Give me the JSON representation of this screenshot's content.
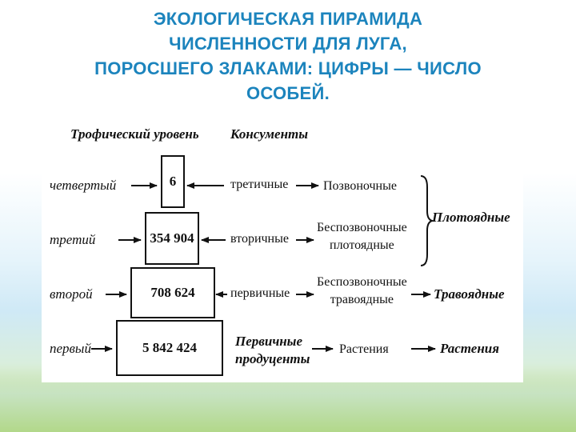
{
  "title": {
    "line1": "ЭКОЛОГИЧЕСКАЯ ПИРАМИДА",
    "line2": "ЧИСЛЕННОСТИ ДЛЯ ЛУГА,",
    "line3": "ПОРОСШЕГО ЗЛАКАМИ: ЦИФРЫ — ЧИСЛО",
    "line4": "ОСОБЕЙ."
  },
  "headers": {
    "trophic_level": "Трофический уровень",
    "consumers": "Консументы"
  },
  "levels": [
    {
      "name": "четвертый",
      "count": "6",
      "consumer": "третичные",
      "group": [
        "Позвоночные"
      ]
    },
    {
      "name": "третий",
      "count": "354 904",
      "consumer": "вторичные",
      "group": [
        "Беспозвоночные",
        "плотоядные"
      ]
    },
    {
      "name": "второй",
      "count": "708 624",
      "consumer": "первичные",
      "group": [
        "Беспозвоночные",
        "травоядные"
      ]
    },
    {
      "name": "первый",
      "count": "5 842 424",
      "consumer": [
        "Первичные",
        "продуценты"
      ],
      "group": [
        "Растения"
      ]
    }
  ],
  "categories": {
    "carnivores": "Плотоядные",
    "herbivores": "Травоядные",
    "plants": "Растения"
  },
  "colors": {
    "title": "#1c84bd",
    "text": "#111111"
  }
}
